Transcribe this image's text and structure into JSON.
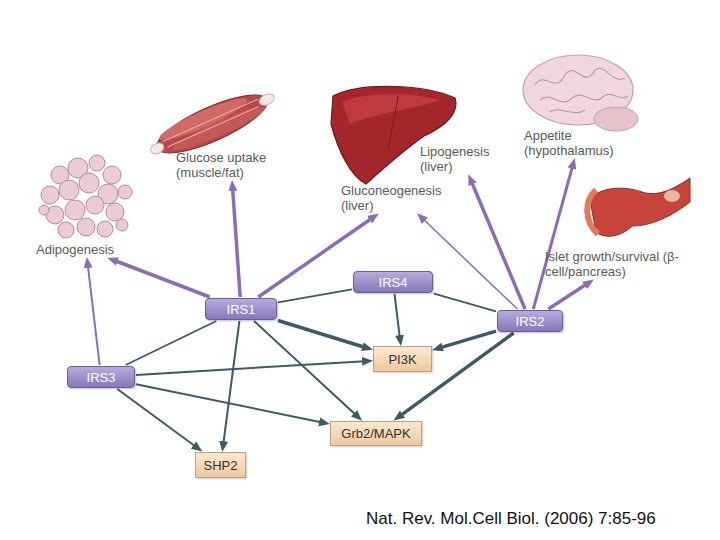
{
  "diagram": {
    "caption": "Nat. Rev. Mol.Cell Biol. (2006) 7:85-96",
    "nodes": [
      {
        "text": [
          "Glucose uptake (muscle/fat)"
        ]
      },
      {
        "text": [
          "Lipogenesis (liver)"
        ]
      },
      {
        "text": [
          "Appetite (hypothalamus)"
        ]
      },
      {
        "text": [
          "Gluconeogenesis (liver)"
        ]
      },
      {
        "text": [
          "Adipogenesis"
        ]
      },
      {
        "text": [
          "Islet growth/survival (β-cell/pancreas)"
        ]
      },
      {
        "text": [
          "IRS4"
        ]
      },
      {
        "text": [
          "IRS1"
        ]
      },
      {
        "text": [
          "IRS2"
        ]
      },
      {
        "text": [
          "PI3K"
        ]
      },
      {
        "text": [
          "IRS3"
        ]
      },
      {
        "text": [
          "Grb2/MAPK"
        ]
      },
      {
        "text": [
          "SHP2"
        ]
      }
    ],
    "edges": [
      {
        "from": 7,
        "to": 4,
        "arrow": "to"
      },
      {
        "from": 7,
        "to": 0,
        "arrow": "to"
      },
      {
        "from": 7,
        "to": 3,
        "arrow": "to"
      },
      {
        "from": 10,
        "to": 4,
        "arrow": "to"
      },
      {
        "from": 8,
        "to": 3,
        "arrow": "to"
      },
      {
        "from": 8,
        "to": 1,
        "arrow": "to"
      },
      {
        "from": 8,
        "to": 2,
        "arrow": "to"
      },
      {
        "from": 8,
        "to": 5,
        "arrow": "to"
      },
      {
        "from": 7,
        "to": 6,
        "arrow": "none"
      },
      {
        "from": 6,
        "to": 8,
        "arrow": "none"
      },
      {
        "from": 10,
        "to": 7,
        "arrow": "none"
      },
      {
        "from": 7,
        "to": 9,
        "arrow": "to"
      },
      {
        "from": 7,
        "to": 11,
        "arrow": "to"
      },
      {
        "from": 7,
        "to": 12,
        "arrow": "to"
      },
      {
        "from": 6,
        "to": 9,
        "arrow": "to"
      },
      {
        "from": 8,
        "to": 9,
        "arrow": "to"
      },
      {
        "from": 8,
        "to": 11,
        "arrow": "to"
      },
      {
        "from": 10,
        "to": 9,
        "arrow": "to"
      },
      {
        "from": 10,
        "to": 11,
        "arrow": "to"
      },
      {
        "from": 10,
        "to": 12,
        "arrow": "to"
      }
    ]
  }
}
